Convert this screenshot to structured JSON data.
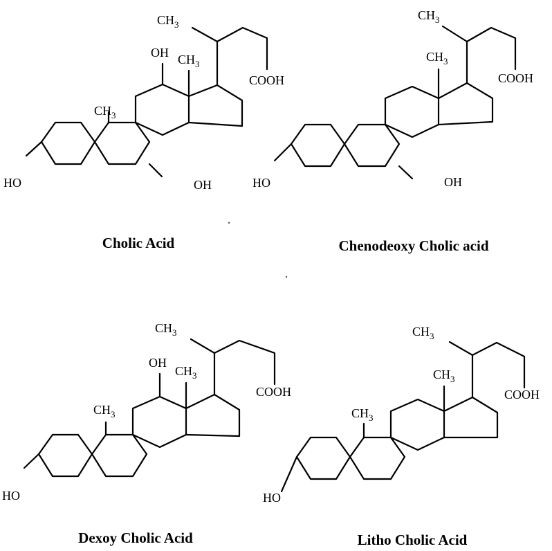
{
  "figure": {
    "molecules": [
      {
        "name": "Cholic Acid",
        "labels": {
          "methyl_side": "CH3",
          "methyl_c18": "CH3",
          "methyl_c19": "CH3",
          "acid": "COOH",
          "oh_c12": "OH",
          "oh_c3": "HO",
          "oh_c7": "OH"
        }
      },
      {
        "name": "Chenodeoxy Cholic acid",
        "labels": {
          "methyl_side": "CH3",
          "methyl_c18": "CH3",
          "acid": "COOH",
          "oh_c3": "HO",
          "oh_c7": "OH"
        }
      },
      {
        "name": "Dexoy Cholic Acid",
        "labels": {
          "methyl_side": "CH3",
          "methyl_c18": "CH3",
          "methyl_c19": "CH3",
          "acid": "COOH",
          "oh_c12": "OH",
          "oh_c3": "HO"
        }
      },
      {
        "name": "Litho Cholic Acid",
        "labels": {
          "methyl_side": "CH3",
          "methyl_c18": "CH3",
          "methyl_c19": "CH3",
          "acid": "COOH",
          "oh_c3": "HO"
        }
      }
    ]
  }
}
